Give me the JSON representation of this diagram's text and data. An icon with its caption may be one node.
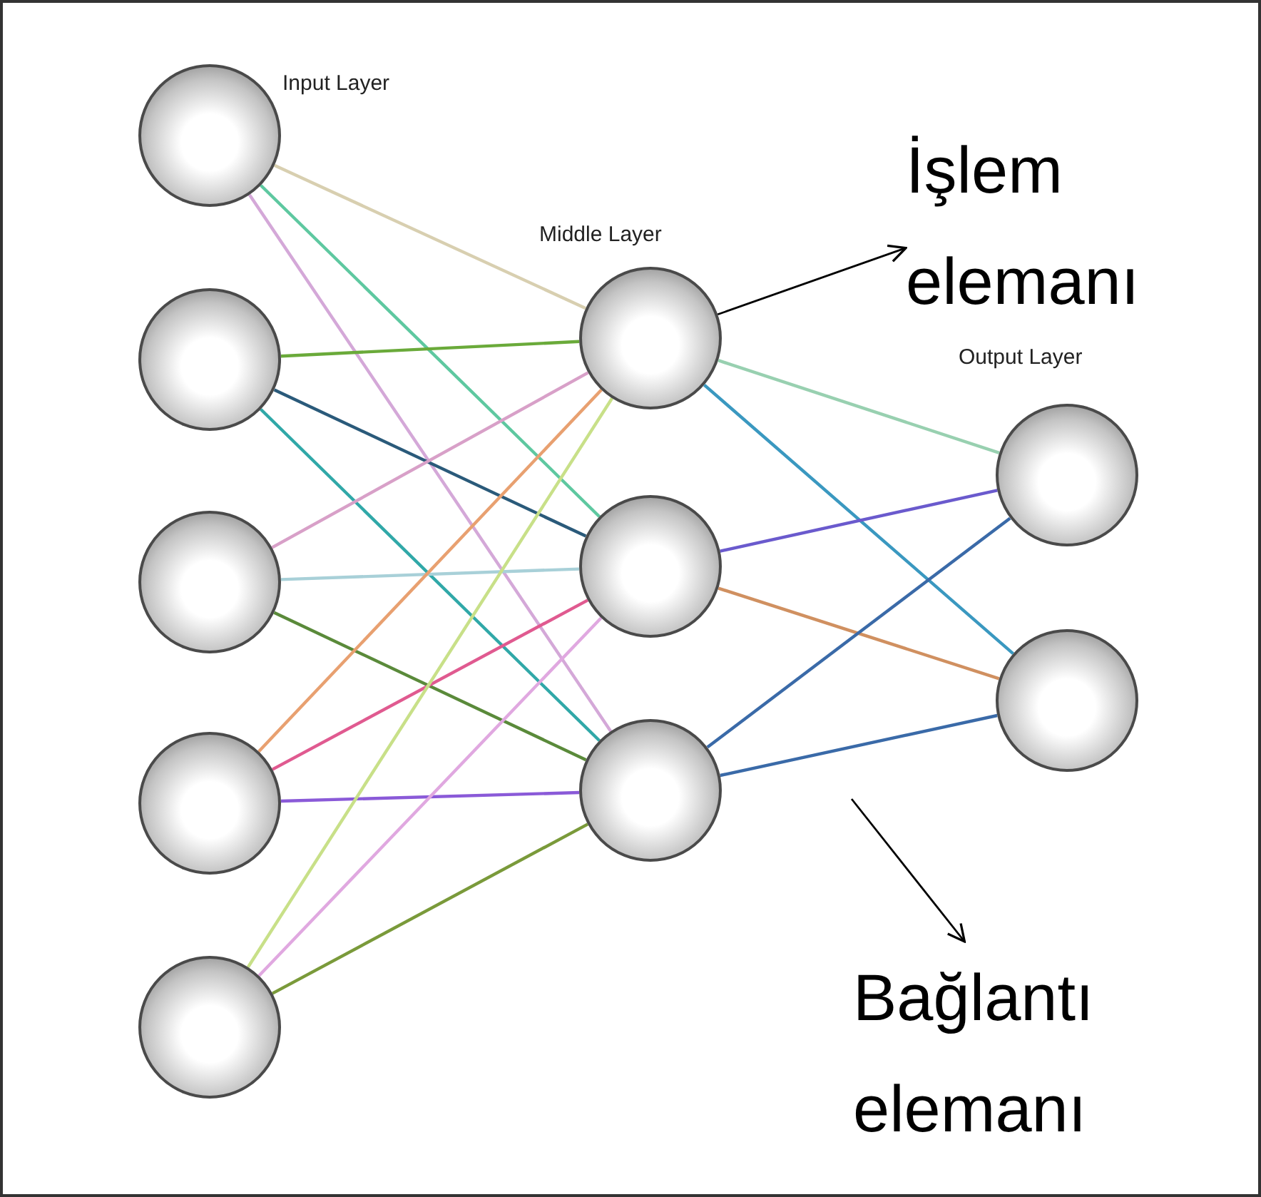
{
  "diagram": {
    "nodes": [
      {
        "text": [],
        "shape": "circle"
      },
      {
        "text": [],
        "shape": "circle"
      },
      {
        "text": [],
        "shape": "circle"
      },
      {
        "text": [],
        "shape": "circle"
      },
      {
        "text": [],
        "shape": "circle"
      },
      {
        "text": [],
        "shape": "circle"
      },
      {
        "text": [],
        "shape": "circle"
      },
      {
        "text": [],
        "shape": "circle"
      },
      {
        "text": [],
        "shape": "circle"
      },
      {
        "text": [],
        "shape": "circle"
      },
      {
        "text": [
          "İşlem elemanı"
        ]
      },
      {
        "text": [
          "Bağlantı elemanı"
        ]
      }
    ],
    "edges": [
      {
        "from": 0,
        "to": 5,
        "arrow": "none",
        "color": "#d8cfb0"
      },
      {
        "from": 0,
        "to": 6,
        "arrow": "none",
        "color": "#5ec8a0"
      },
      {
        "from": 0,
        "to": 7,
        "arrow": "none",
        "color": "#d4a8d8"
      },
      {
        "from": 1,
        "to": 5,
        "arrow": "none",
        "color": "#6aaa3a"
      },
      {
        "from": 1,
        "to": 6,
        "arrow": "none",
        "color": "#2a5a7a"
      },
      {
        "from": 1,
        "to": 7,
        "arrow": "none",
        "color": "#30a8a8"
      },
      {
        "from": 2,
        "to": 5,
        "arrow": "none",
        "color": "#d8a0c8"
      },
      {
        "from": 2,
        "to": 6,
        "arrow": "none",
        "color": "#a8d0d8"
      },
      {
        "from": 2,
        "to": 7,
        "arrow": "none",
        "color": "#5a8a3a"
      },
      {
        "from": 3,
        "to": 5,
        "arrow": "none",
        "color": "#e8a070"
      },
      {
        "from": 3,
        "to": 6,
        "arrow": "none",
        "color": "#e05a90"
      },
      {
        "from": 3,
        "to": 7,
        "arrow": "none",
        "color": "#8a5ad8"
      },
      {
        "from": 4,
        "to": 5,
        "arrow": "none",
        "color": "#c8e088"
      },
      {
        "from": 4,
        "to": 6,
        "arrow": "none",
        "color": "#e0a8e0"
      },
      {
        "from": 4,
        "to": 7,
        "arrow": "none",
        "color": "#7a9a3a"
      },
      {
        "from": 5,
        "to": 8,
        "arrow": "none",
        "color": "#98d0b0"
      },
      {
        "from": 5,
        "to": 9,
        "arrow": "none",
        "color": "#3a98c0"
      },
      {
        "from": 6,
        "to": 8,
        "arrow": "none",
        "color": "#6a5acd"
      },
      {
        "from": 6,
        "to": 9,
        "arrow": "none",
        "color": "#d09060"
      },
      {
        "from": 7,
        "to": 8,
        "arrow": "none",
        "color": "#3a6aa8"
      },
      {
        "from": 7,
        "to": 9,
        "arrow": "none",
        "color": "#3a6aa8"
      },
      {
        "from": 5,
        "to": 10,
        "arrow": "to",
        "color": "#000000"
      },
      {
        "from": null,
        "to": 11,
        "arrow": "to",
        "color": "#000000"
      }
    ],
    "labels": [
      "Input Layer",
      "Middle Layer",
      "Output Layer"
    ]
  }
}
